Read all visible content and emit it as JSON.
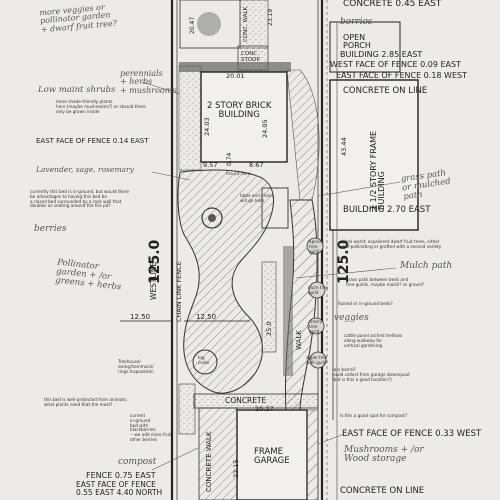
{
  "printed": {
    "concrete_045_east": "CONCRETE 0.45 EAST",
    "open_porch": "OPEN\nPORCH",
    "building_285_east": "BUILDING 2.85 EAST",
    "west_face_fence_009": "WEST FACE OF FENCE 0.09 EAST",
    "east_face_fence_018": "EAST FACE OF FENCE 0.18 WEST",
    "concrete_on_line_top": "CONCRETE ON LINE",
    "two_story_brick": "2 STORY BRICK\nBUILDING",
    "east_face_fence_014": "EAST FACE OF FENCE 0.14 EAST",
    "one_half_story_frame": "1 1/2 STORY FRAME\nBUILDING",
    "building_270_east": "BUILDING 2.70 EAST",
    "westline": "WESTLINE",
    "easement": "CHAIN LINK FENCE",
    "walk_right": "WALK",
    "concrete_walk_top": "CONC. WALK",
    "conc_stoop": "CONC\nSTOOP",
    "concrete_mid": "CONCRETE",
    "concrete_walk_bottom": "CONCRETE WALK",
    "frame_garage": "FRAME\nGARAGE",
    "east_face_fence_033": "EAST FACE OF FENCE 0.33 WEST",
    "fence_075_east": "FENCE 0.75 EAST",
    "east_face_fence_055": "EAST FACE OF FENCE\n0.55 EAST 4.40 NORTH",
    "concrete_on_line_bottom": "CONCRETE ON LINE",
    "dim_125_left": "125.0",
    "dim_125_right": "125.0",
    "dim_2047": "20.47",
    "dim_2019": "23.19",
    "dim_2001": "20.01",
    "dim_2403": "24.03",
    "dim_2405": "24.05",
    "dim_957": "9.57",
    "dim_074": "0.74",
    "dim_867": "8.67",
    "dim_4344": "43.44",
    "dim_1250": "12.50",
    "dim_1250b": "12.50",
    "dim_2027": "20.27",
    "dim_2215": "22.15",
    "dim_2570": "25.0"
  },
  "handwritten": {
    "more_veggies": "more veggies or\npollinator garden\n+ dwarf fruit tree?",
    "berries_top": "berries",
    "low_maint": "Low maint shrubs",
    "perennials": "perennials\n+ herbs\n+ mushrooms",
    "lavender": "Lavender, sage, rosemary",
    "grass_path": "grass path\nor mulched\npath",
    "berries_left": "berries",
    "pollinator": "Pollinator\ngarden + /or\ngreens + herbs",
    "mulch_path": "Mulch path",
    "veggies": "veggies",
    "compost": "compost",
    "mushrooms_wood": "Mushrooms + /or\nWood storage"
  },
  "notes": {
    "shade_shrubs": "more shade-friendly plants\nhere (maybe mushrooms?) or should there\nonly be grown inside",
    "currently_flat": "currently this bed is in-ground, but would there\nbe advantages to having this bed be\na raised bed surrounded by a rock wall that\ndoubles as seating around the fire pit?",
    "ideal_world": "ideal world: espaliered dwarf fruit trees, either\nself-pollinating or grafted with a second variety",
    "grass_between": "grass path between beds and\ntree guilds, maybe mulch? or gravel?",
    "raised_inground": "Raised or in-ground beds?",
    "cattle_panel": "cattle panel arched trellises\nalong walkway for\nvertical gardening",
    "treehouse": "Treehouse/\nswing/hammock/\nrings trapeze/etc",
    "protected": "this bed is well-protected from animals;\nwhat plants need that the most?",
    "current_bed": "current\nin-ground\nbed with\nblackberries\n-- we add more fruit-\nother berries",
    "compost_spot": "Is this a good spot for compost?",
    "rain_barrel": "rain barrel?\ncould collect from garage downspout\n(but is this a good location?)",
    "fire_pit": "fire pit here",
    "table_chairs": "table and chairs\nwill go here",
    "big_cedar": "big\ncedar",
    "apricot": "apricot\ntree\nguild",
    "plum": "plum tree\nguild",
    "cherry": "cherry\ntree\nguild",
    "apple": "apple tree\nwith guild"
  }
}
